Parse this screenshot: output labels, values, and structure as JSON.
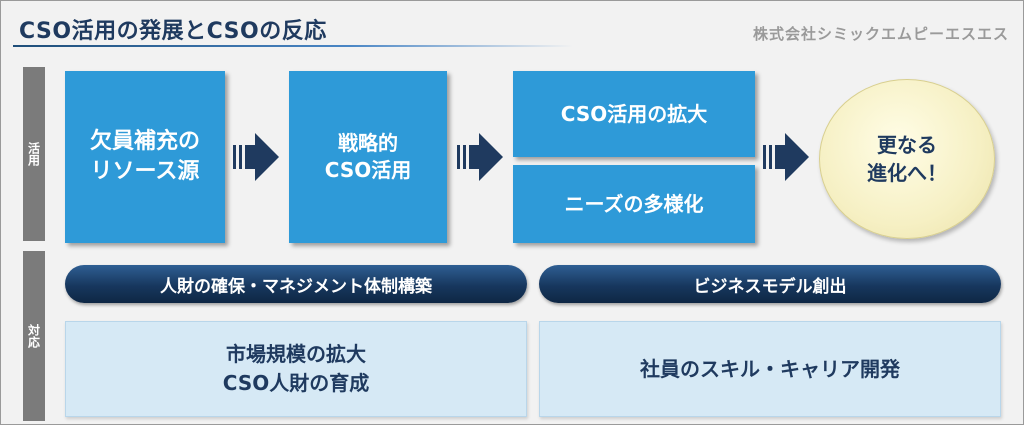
{
  "header": {
    "title": "CSO活用の発展とCSOの反応",
    "company": "株式会社シミックエムピーエスエス"
  },
  "sidebar": {
    "top_label": "活用",
    "bottom_label": "対応"
  },
  "flow": {
    "step1": "欠員補充の\nリソース源",
    "step2": "戦略的\nCSO活用",
    "step3a": "CSO活用の拡大",
    "step3b": "ニーズの多様化",
    "goal": "更なる\n進化へ！"
  },
  "response": {
    "left_header": "人財の確保・マネジメント体制構築",
    "right_header": "ビジネスモデル創出",
    "left_body": "市場規模の拡大\nCSO人財の育成",
    "right_body": "社員のスキル・キャリア開発"
  },
  "colors": {
    "flow_box": "#2e9ad8",
    "arrow": "#1f3a5f",
    "pill": "#17375e",
    "goal": "#f6f0c4",
    "light_box": "#d6e9f5"
  }
}
